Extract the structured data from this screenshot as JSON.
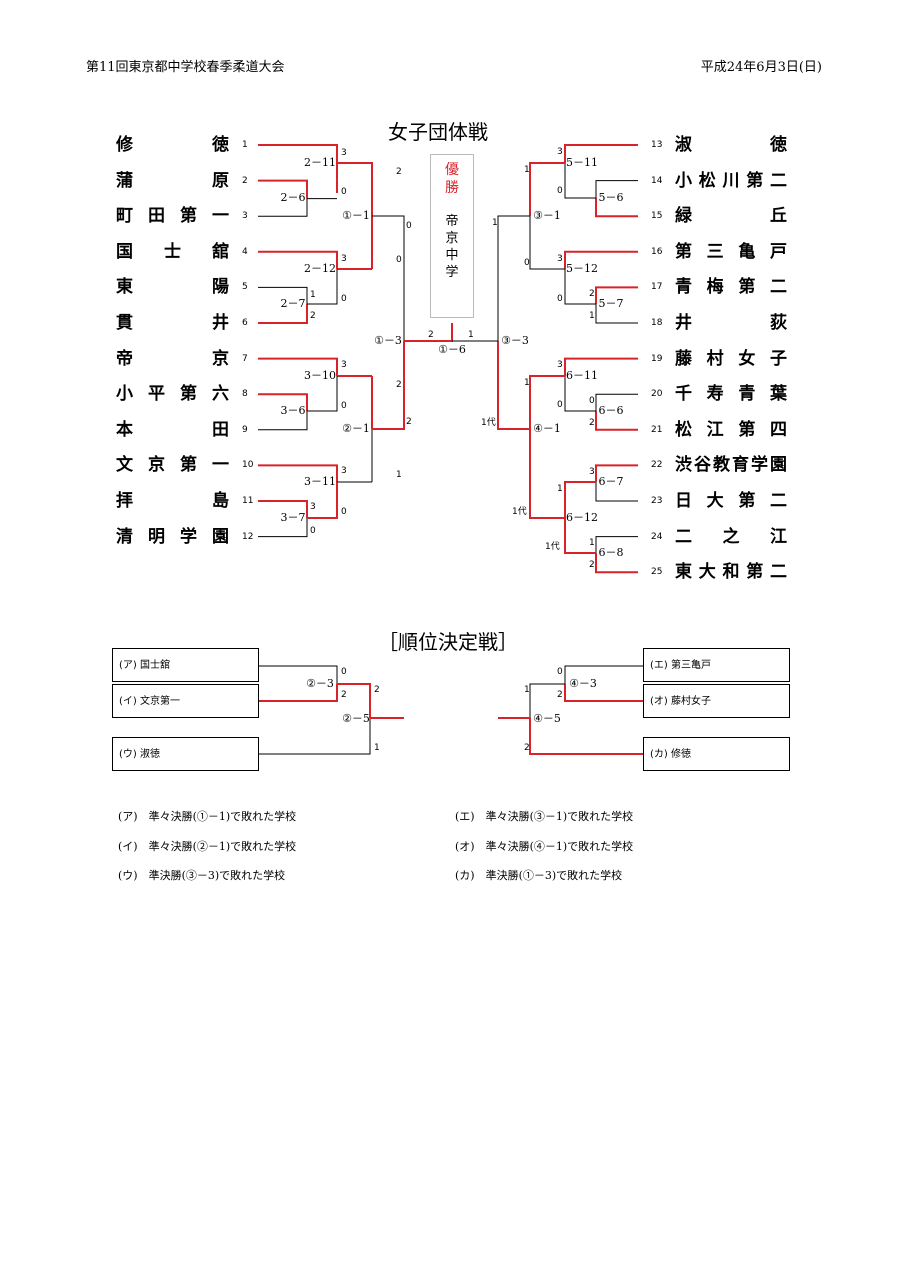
{
  "header": {
    "left": "第11回東京都中学校春季柔道大会",
    "right": "平成24年6月3日(日)"
  },
  "title": "女子団体戦",
  "champion": {
    "label": "優\n勝",
    "school": "帝\n京\n中\n学"
  },
  "left_teams": [
    {
      "no": "1",
      "name": "修徳"
    },
    {
      "no": "2",
      "name": "蒲原"
    },
    {
      "no": "3",
      "name": "町田第一"
    },
    {
      "no": "4",
      "name": "国士舘"
    },
    {
      "no": "5",
      "name": "東陽"
    },
    {
      "no": "6",
      "name": "貫井"
    },
    {
      "no": "7",
      "name": "帝京"
    },
    {
      "no": "8",
      "name": "小平第六"
    },
    {
      "no": "9",
      "name": "本田"
    },
    {
      "no": "10",
      "name": "文京第一"
    },
    {
      "no": "11",
      "name": "拝島"
    },
    {
      "no": "12",
      "name": "清明学園"
    }
  ],
  "right_teams": [
    {
      "no": "13",
      "name": "淑徳"
    },
    {
      "no": "14",
      "name": "小松川第二"
    },
    {
      "no": "15",
      "name": "緑丘"
    },
    {
      "no": "16",
      "name": "第三亀戸"
    },
    {
      "no": "17",
      "name": "青梅第二"
    },
    {
      "no": "18",
      "name": "井荻"
    },
    {
      "no": "19",
      "name": "藤村女子"
    },
    {
      "no": "20",
      "name": "千寿青葉"
    },
    {
      "no": "21",
      "name": "松江第四"
    },
    {
      "no": "22",
      "name": "渋谷教育学園"
    },
    {
      "no": "23",
      "name": "日大第二"
    },
    {
      "no": "24",
      "name": "二之江"
    },
    {
      "no": "25",
      "name": "東大和第二"
    }
  ],
  "match_labels": {
    "m2_11": "2－11",
    "m2_6": "2－6",
    "m1_1": "①－1",
    "m2_12": "2－12",
    "m2_7": "2－7",
    "m1_3": "①－3",
    "m3_10": "3－10",
    "m3_6": "3－6",
    "m2_1": "②－1",
    "m3_11": "3－11",
    "m3_7": "3－7",
    "final": "①－6",
    "m5_11": "5－11",
    "m5_6": "5－6",
    "m3_1": "③－1",
    "m5_12": "5－12",
    "m5_7": "5－7",
    "m3_3": "③－3",
    "m6_11": "6－11",
    "m6_6": "6－6",
    "m4_1": "④－1",
    "m6_7": "6－7",
    "m6_12": "6－12",
    "m6_8": "6－8"
  },
  "scores": {
    "s1": "3",
    "s2": "0",
    "s3": "2",
    "s4": "0",
    "s5": "3",
    "s6": "1",
    "s7": "2",
    "s8": "0",
    "s9": "0",
    "s10": "3",
    "s11": "0",
    "s12": "2",
    "s13": "2",
    "s14": "3",
    "s15": "0",
    "s16": "3",
    "s17": "0",
    "s18": "1",
    "f1": "2",
    "f2": "1",
    "r1": "3",
    "r2": "1",
    "r3": "0",
    "r4": "1",
    "r5": "0",
    "r6": "3",
    "r7": "0",
    "r8": "2",
    "r9": "1",
    "r10": "3",
    "r11": "1",
    "r12": "0",
    "r13": "0",
    "r14": "2",
    "r15": "1代",
    "r16": "3",
    "r17": "1",
    "r18": "1代",
    "r19": "1",
    "r20": "2",
    "r21": "1代"
  },
  "placement": {
    "title": "［順位決定戦］",
    "left": [
      {
        "tag": "(ア)",
        "name": "国士舘"
      },
      {
        "tag": "(イ)",
        "name": "文京第一"
      },
      {
        "tag": "(ウ)",
        "name": "淑徳"
      }
    ],
    "right": [
      {
        "tag": "(エ)",
        "name": "第三亀戸"
      },
      {
        "tag": "(オ)",
        "name": "藤村女子"
      },
      {
        "tag": "(カ)",
        "name": "修徳"
      }
    ],
    "labels": {
      "l1": "②－3",
      "l2": "②－5",
      "r1": "④－3",
      "r2": "④－5"
    },
    "scores": {
      "a": "0",
      "b": "2",
      "c": "2",
      "d": "1",
      "e": "0",
      "f": "1",
      "g": "2",
      "h": "2"
    }
  },
  "notes_left": [
    "(ア)　準々決勝(①－1)で敗れた学校",
    "(イ)　準々決勝(②－1)で敗れた学校",
    "(ウ)　準決勝(③－3)で敗れた学校"
  ],
  "notes_right": [
    "(エ)　準々決勝(③－1)で敗れた学校",
    "(オ)　準々決勝(④－1)で敗れた学校",
    "(カ)　準決勝(①－3)で敗れた学校"
  ],
  "colors": {
    "winner_line": "#d9232a",
    "line": "#000000"
  }
}
